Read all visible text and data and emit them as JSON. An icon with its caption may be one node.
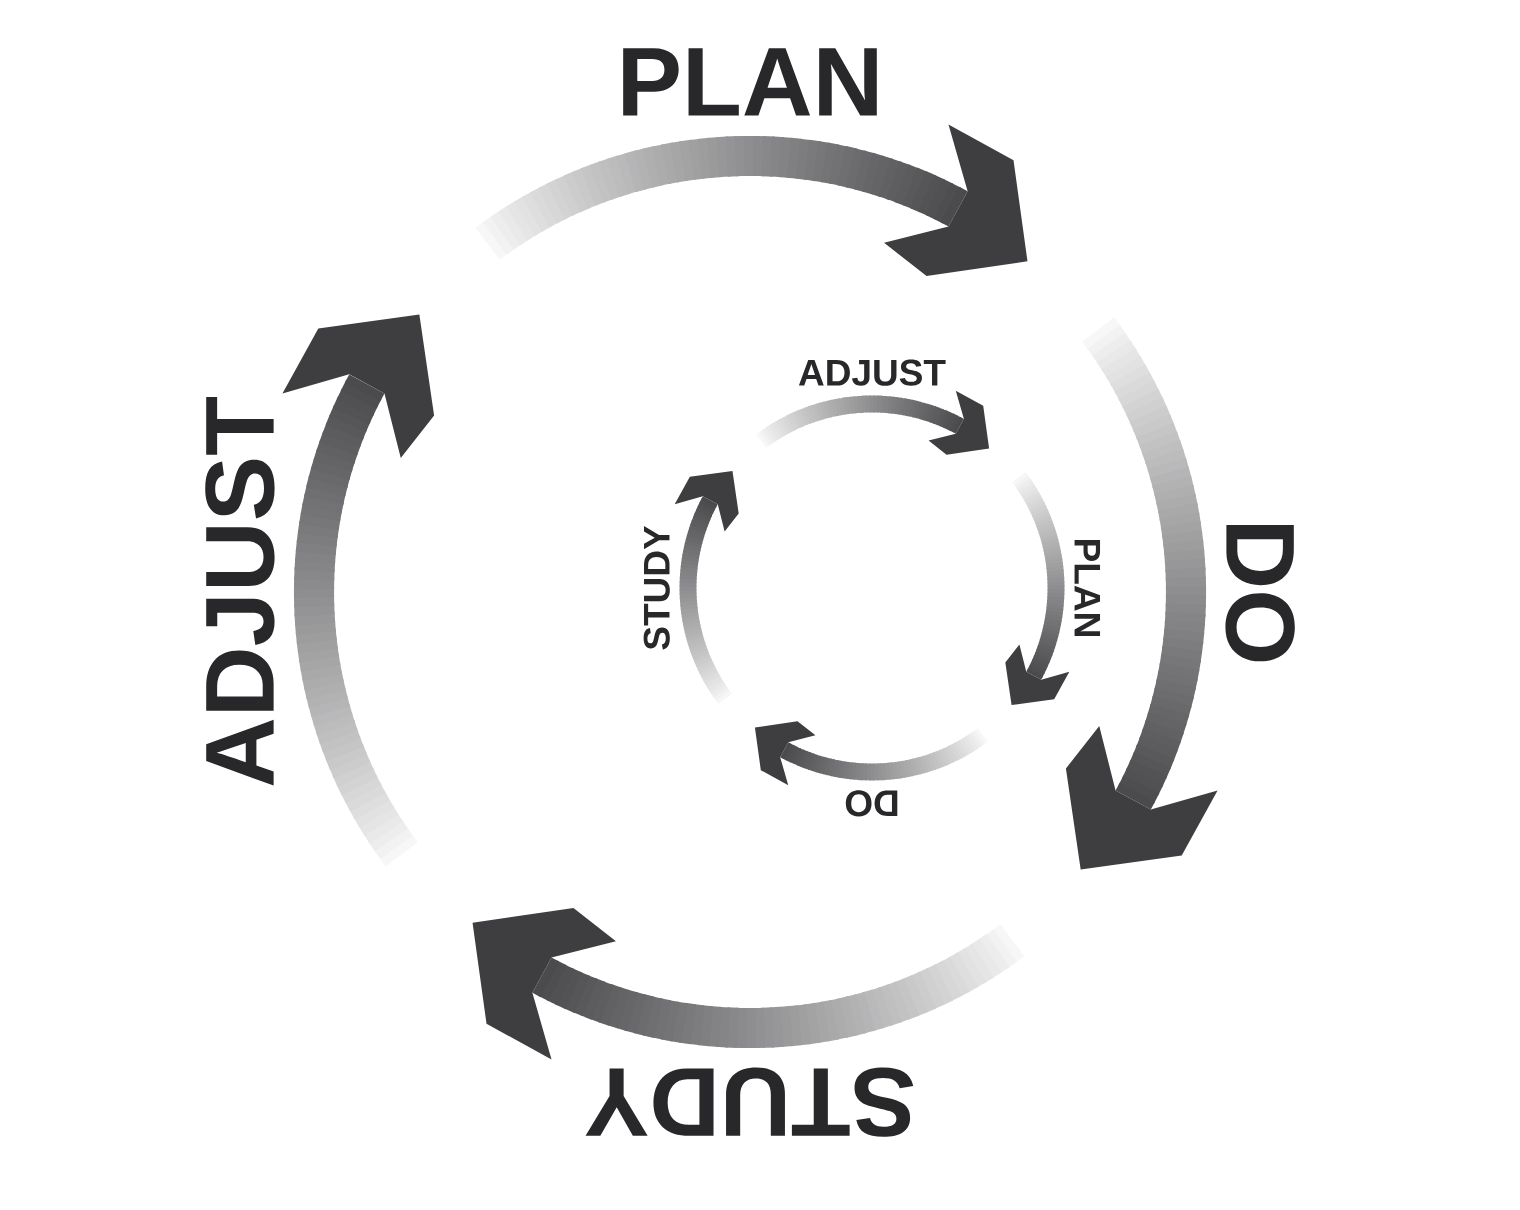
{
  "diagram": {
    "labels": [
      "PLAN",
      "DO",
      "STUDY",
      "ADJUST",
      "ADJUST",
      "PLAN",
      "DO",
      "STUDY"
    ]
  }
}
